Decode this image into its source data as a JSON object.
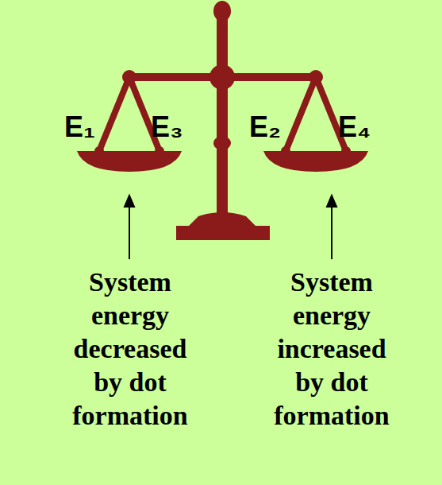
{
  "diagram": {
    "labels": [
      "E₁",
      "E₃",
      "E₂",
      "E₄",
      "System energy decreased by dot formation",
      "System energy increased by dot formation"
    ]
  }
}
